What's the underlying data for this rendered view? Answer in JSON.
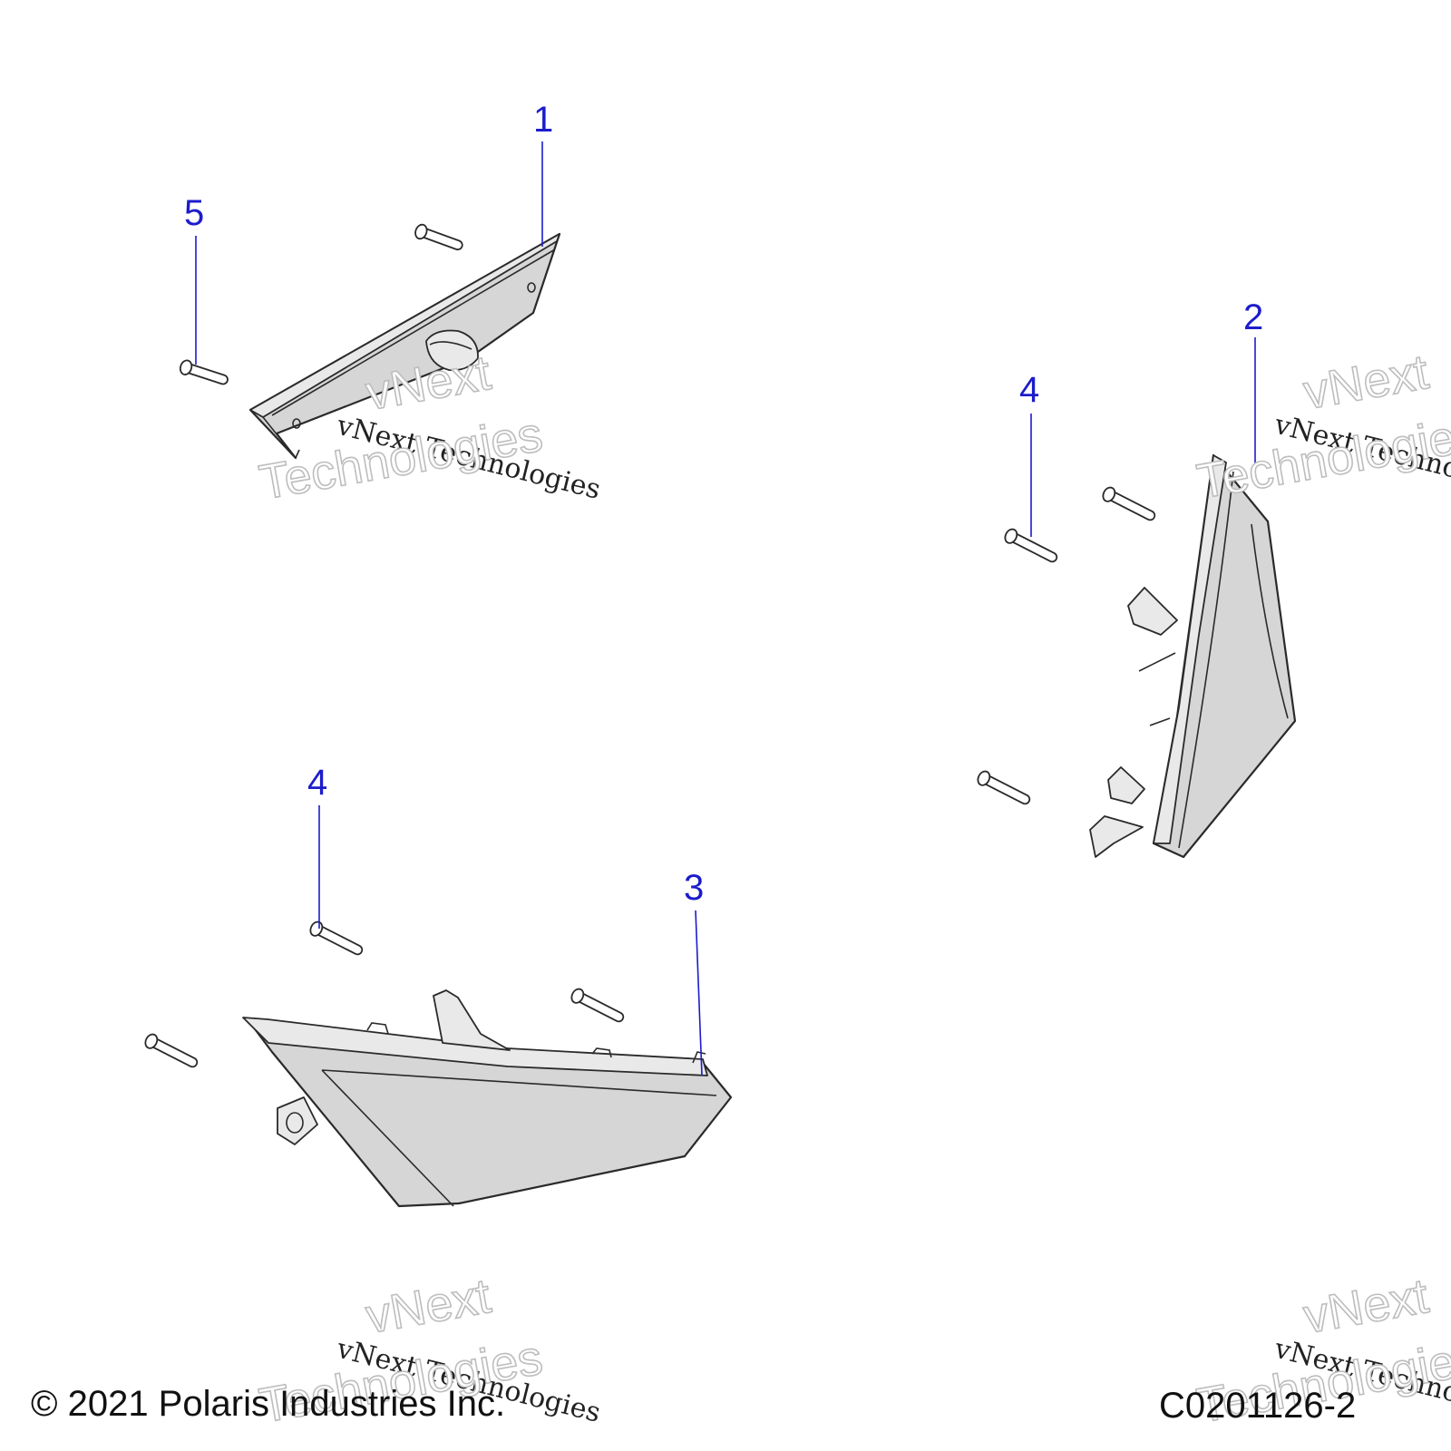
{
  "callouts": [
    {
      "label": "1"
    },
    {
      "label": "2"
    },
    {
      "label": "3"
    },
    {
      "label": "4"
    },
    {
      "label": "4"
    },
    {
      "label": "5"
    }
  ],
  "watermark": {
    "line1": "vNext Technologies",
    "outline_top": "vNext",
    "outline_bottom": "Technologies"
  },
  "footer": {
    "copyright": "© 2021 Polaris Industries Inc.",
    "figure_id": "C0201126-2"
  },
  "colors": {
    "callout": "#1c1ccc",
    "part_fill": "#d6d6d6",
    "outline": "#2a2a2a"
  }
}
